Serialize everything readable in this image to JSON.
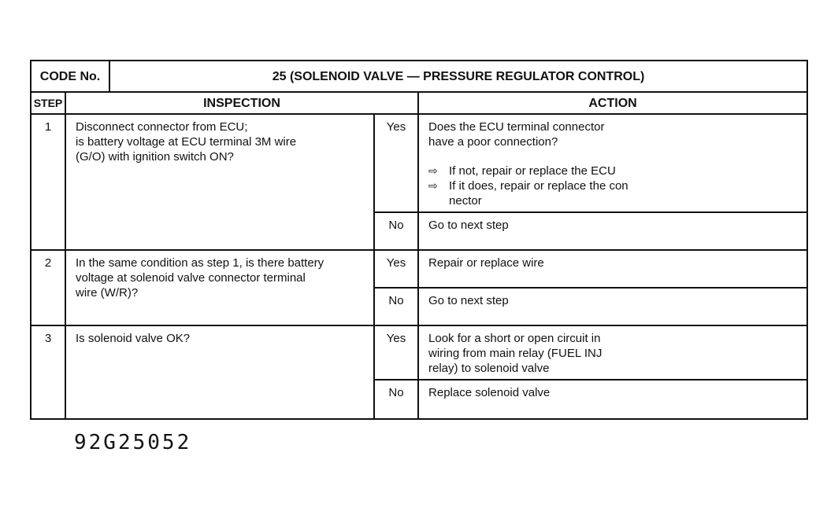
{
  "header": {
    "code_label": "CODE No.",
    "code_title": "25 (SOLENOID VALVE — PRESSURE REGULATOR CONTROL)"
  },
  "columns": {
    "step": "STEP",
    "inspection": "INSPECTION",
    "action": "ACTION"
  },
  "steps": [
    {
      "number": "1",
      "inspection": "Disconnect connector from ECU;\nis battery voltage at ECU terminal 3M wire\n(G/O) with ignition switch ON?",
      "yes_label": "Yes",
      "yes_action": "Does the ECU terminal connector\nhave a poor connection?",
      "yes_bullets": [
        "If not, repair or replace the ECU",
        "If it does, repair or replace the con\nnector"
      ],
      "no_label": "No",
      "no_action": "Go to next step"
    },
    {
      "number": "2",
      "inspection": "In the same condition as step 1, is there battery\nvoltage at solenoid valve connector terminal\nwire (W/R)?",
      "yes_label": "Yes",
      "yes_action": "Repair or replace wire",
      "no_label": "No",
      "no_action": "Go to next step"
    },
    {
      "number": "3",
      "inspection": "Is solenoid valve OK?",
      "yes_label": "Yes",
      "yes_action": "Look for a short or open circuit in\nwiring from main relay (FUEL INJ\nrelay) to solenoid valve",
      "no_label": "No",
      "no_action": "Replace solenoid valve"
    }
  ],
  "footer": {
    "figure_code": "92G25052"
  }
}
